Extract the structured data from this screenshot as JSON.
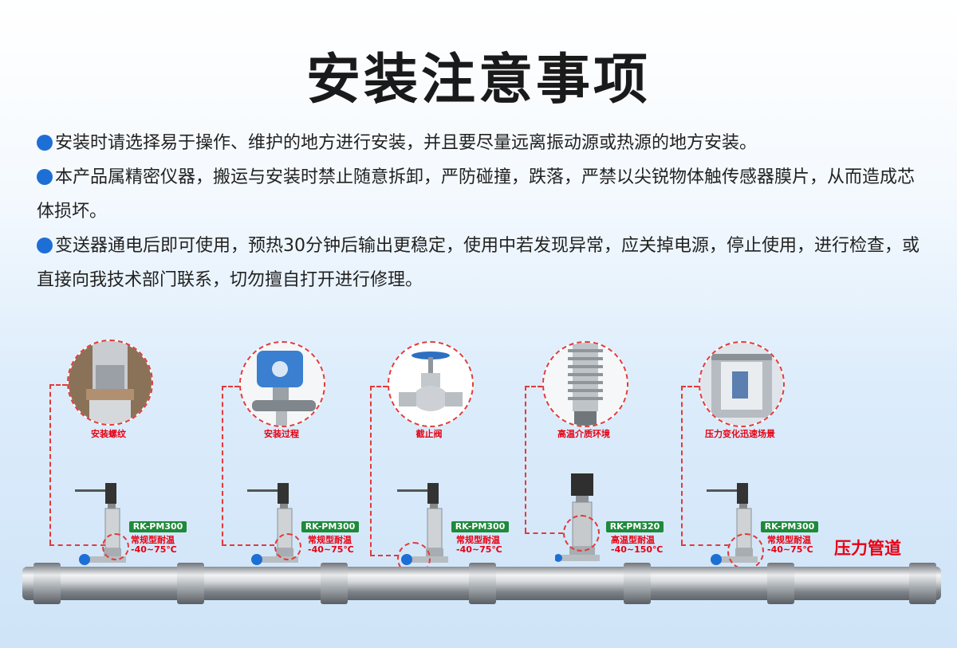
{
  "title": "安装注意事项",
  "notes": [
    "安装时请选择易于操作、维护的地方进行安装，并且要尽量远离振动源或热源的地方安装。",
    "本产品属精密仪器，搬运与安装时禁止随意拆卸，严防碰撞，跌落，严禁以尖锐物体触传感器膜片，从而造成芯体损坏。",
    "变送器通电后即可使用，预热30分钟后输出更稳定，使用中若发现异常，应关掉电源，停止使用，进行检查，或直接向我技术部门联系，切勿擅自打开进行修理。"
  ],
  "scenes": [
    {
      "label": "安装螺纹",
      "model": "RK-PM300",
      "spec_line1": "常规型耐温",
      "spec_line2": "-40~75℃"
    },
    {
      "label": "安装过程",
      "model": "RK-PM300",
      "spec_line1": "常规型耐温",
      "spec_line2": "-40~75℃"
    },
    {
      "label": "截止阀",
      "model": "RK-PM300",
      "spec_line1": "常规型耐温",
      "spec_line2": "-40~75℃"
    },
    {
      "label": "高温介质环境",
      "model": "RK-PM320",
      "spec_line1": "高温型耐温",
      "spec_line2": "-40~150℃"
    },
    {
      "label": "压力变化迅速场景",
      "model": "RK-PM300",
      "spec_line1": "常规型耐温",
      "spec_line2": "-40~75℃"
    }
  ],
  "pipe_label": "压力管道",
  "colors": {
    "accent_blue": "#1d6fd6",
    "callout_red": "#e60012",
    "badge_green": "#1e8a3a"
  }
}
